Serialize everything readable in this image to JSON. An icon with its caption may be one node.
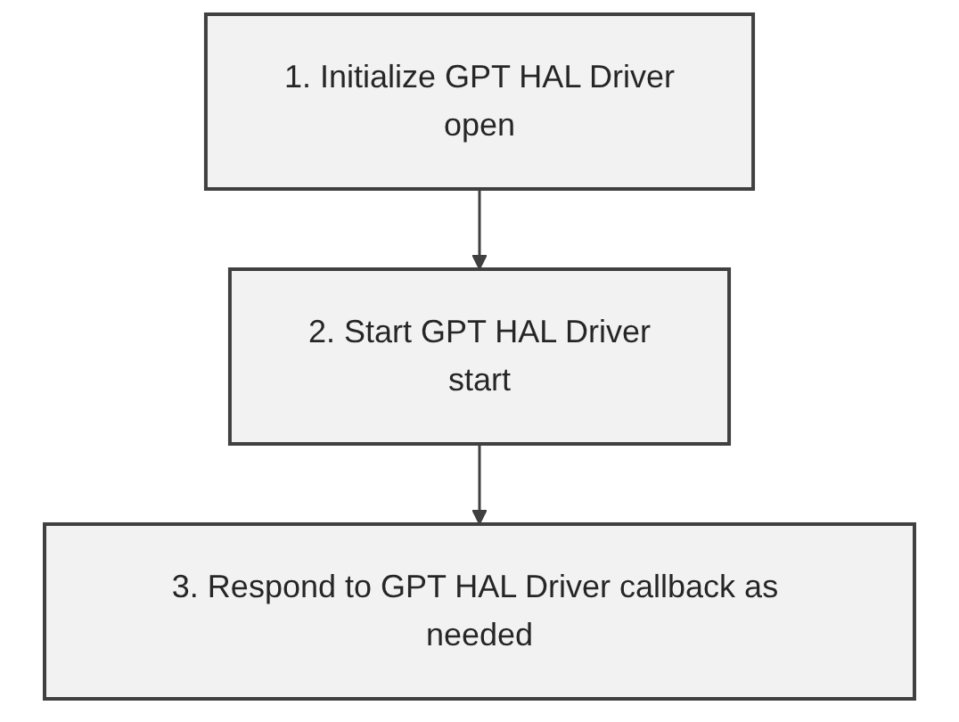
{
  "diagram": {
    "nodes": [
      {
        "text": [
          "1. Initialize GPT HAL Driver",
          "open"
        ]
      },
      {
        "text": [
          "2. Start GPT HAL Driver",
          "start"
        ]
      },
      {
        "text": [
          "3. Respond to GPT HAL Driver callback as needed"
        ]
      }
    ],
    "edges": [
      {
        "from": 0,
        "to": 1,
        "arrow": "to"
      },
      {
        "from": 1,
        "to": 2,
        "arrow": "to"
      }
    ]
  }
}
